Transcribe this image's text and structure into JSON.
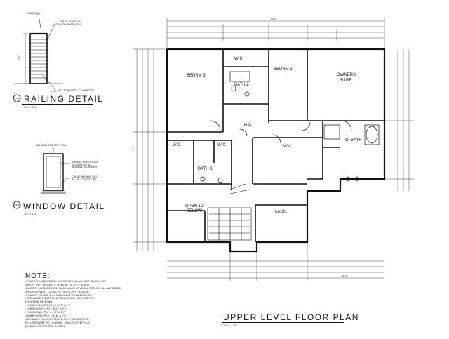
{
  "sheet": {
    "main_title": "UPPER LEVEL FLOOR PLAN",
    "main_scale": "1/4\" = 1'-0\"",
    "railing_title": "RAILING DETAIL",
    "railing_scale": "1/2\" = 1'-0\"",
    "window_title": "WINDOW DETAIL",
    "window_scale": "1/2\" = 1'-0\""
  },
  "railing_detail": {
    "top_note": "GUIDE RAIL",
    "right_note": "METAL POSTS W/ HORIZONTAL RAIL",
    "gap_note": "NOT TO EXCEED 4\" DIAMETER",
    "height": "3'-0\""
  },
  "window_detail": {
    "top_note": "WINDOW SIZE PER PLAN",
    "side_note": "SQUARE SHEETROCK RETURNS AT ALL WINDOW LOCATIONS",
    "sill_note": "CAP AT WINDOW SILL W/ 3/4\" x 3/4\" BELOW"
  },
  "rooms": {
    "bedrm3": "BEDRM 3",
    "bath2": "BATH 2",
    "wic_a": "WIC",
    "bedrm2": "BEDRM 2",
    "owners": "OWNERS",
    "suite": "SUITE",
    "hall": "HALL",
    "wic_b": "WIC",
    "wic_c": "WIC",
    "bath3": "BATH 3",
    "wic_d": "WIC",
    "o_bath": "O. BATH",
    "open_to": "OPEN TO",
    "below": "BELOW",
    "laun": "LAUN."
  },
  "notes": {
    "heading": "NOTE:",
    "lines": [
      "-WINDOWS: ANDERSEN 100 SERIES, BLACK EXT./BLACK INT.",
      "-ROOF, ORG. HEIGHTS TO BE 8'-10\" A.F.F. U.N.O.",
      "-DOORS: CASINGS 2 1/4\" BASE 4 1/4\" DRYWALL RETURN ALL WINDOWS",
      "-PROVIDE VENT LOCKS AS REQ'D PER IN CODE",
      "-FRAMER TO ADD 2x10 BACKING FOR BATHROOM",
      " HARDWARE CONTROL & FOLLOWING HEIGHTS PER",
      " LOCATION ON PLAN:",
      "  -TOWEL HOLDER (TH) = 4'-0\" A.F.F.",
      "  -TOWEL RING (TR) = 5'-0\" A.F.F.",
      "  -TOWEL BAR (TB) = 4'-0\" A.F.F.",
      "  -ROBE HOOK (RH) = 5'-6\" A.F.F.",
      "-DRYWALL: ALL OUT. SPACE UP 8' OR GREATER",
      " WILL REQUIRE RC CHANNEL SPACED EVERY 16\"",
      " (USUALLY 8 POS PER SHEET)"
    ]
  },
  "dimensions": {
    "overall_top": "60'-0\"",
    "overall_side": "44'-0\"",
    "bottom_run": "25'-0\""
  }
}
